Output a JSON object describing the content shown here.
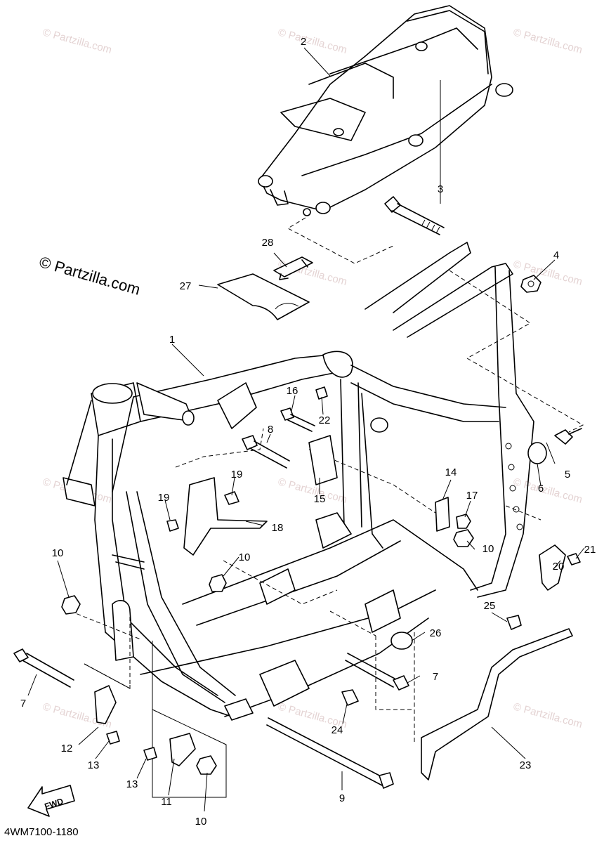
{
  "diagram": {
    "copyright_text": "© Partzilla.com",
    "watermark_text": "© Partzilla.com",
    "diagram_code": "4WM7100-1180",
    "fwd_label": "FWD",
    "part_labels": [
      "1",
      "2",
      "3",
      "4",
      "5",
      "6",
      "7",
      "7",
      "8",
      "9",
      "10",
      "10",
      "10",
      "10",
      "11",
      "12",
      "13",
      "13",
      "14",
      "15",
      "16",
      "17",
      "18",
      "19",
      "19",
      "20",
      "21",
      "22",
      "23",
      "24",
      "25",
      "26",
      "27",
      "28"
    ]
  }
}
